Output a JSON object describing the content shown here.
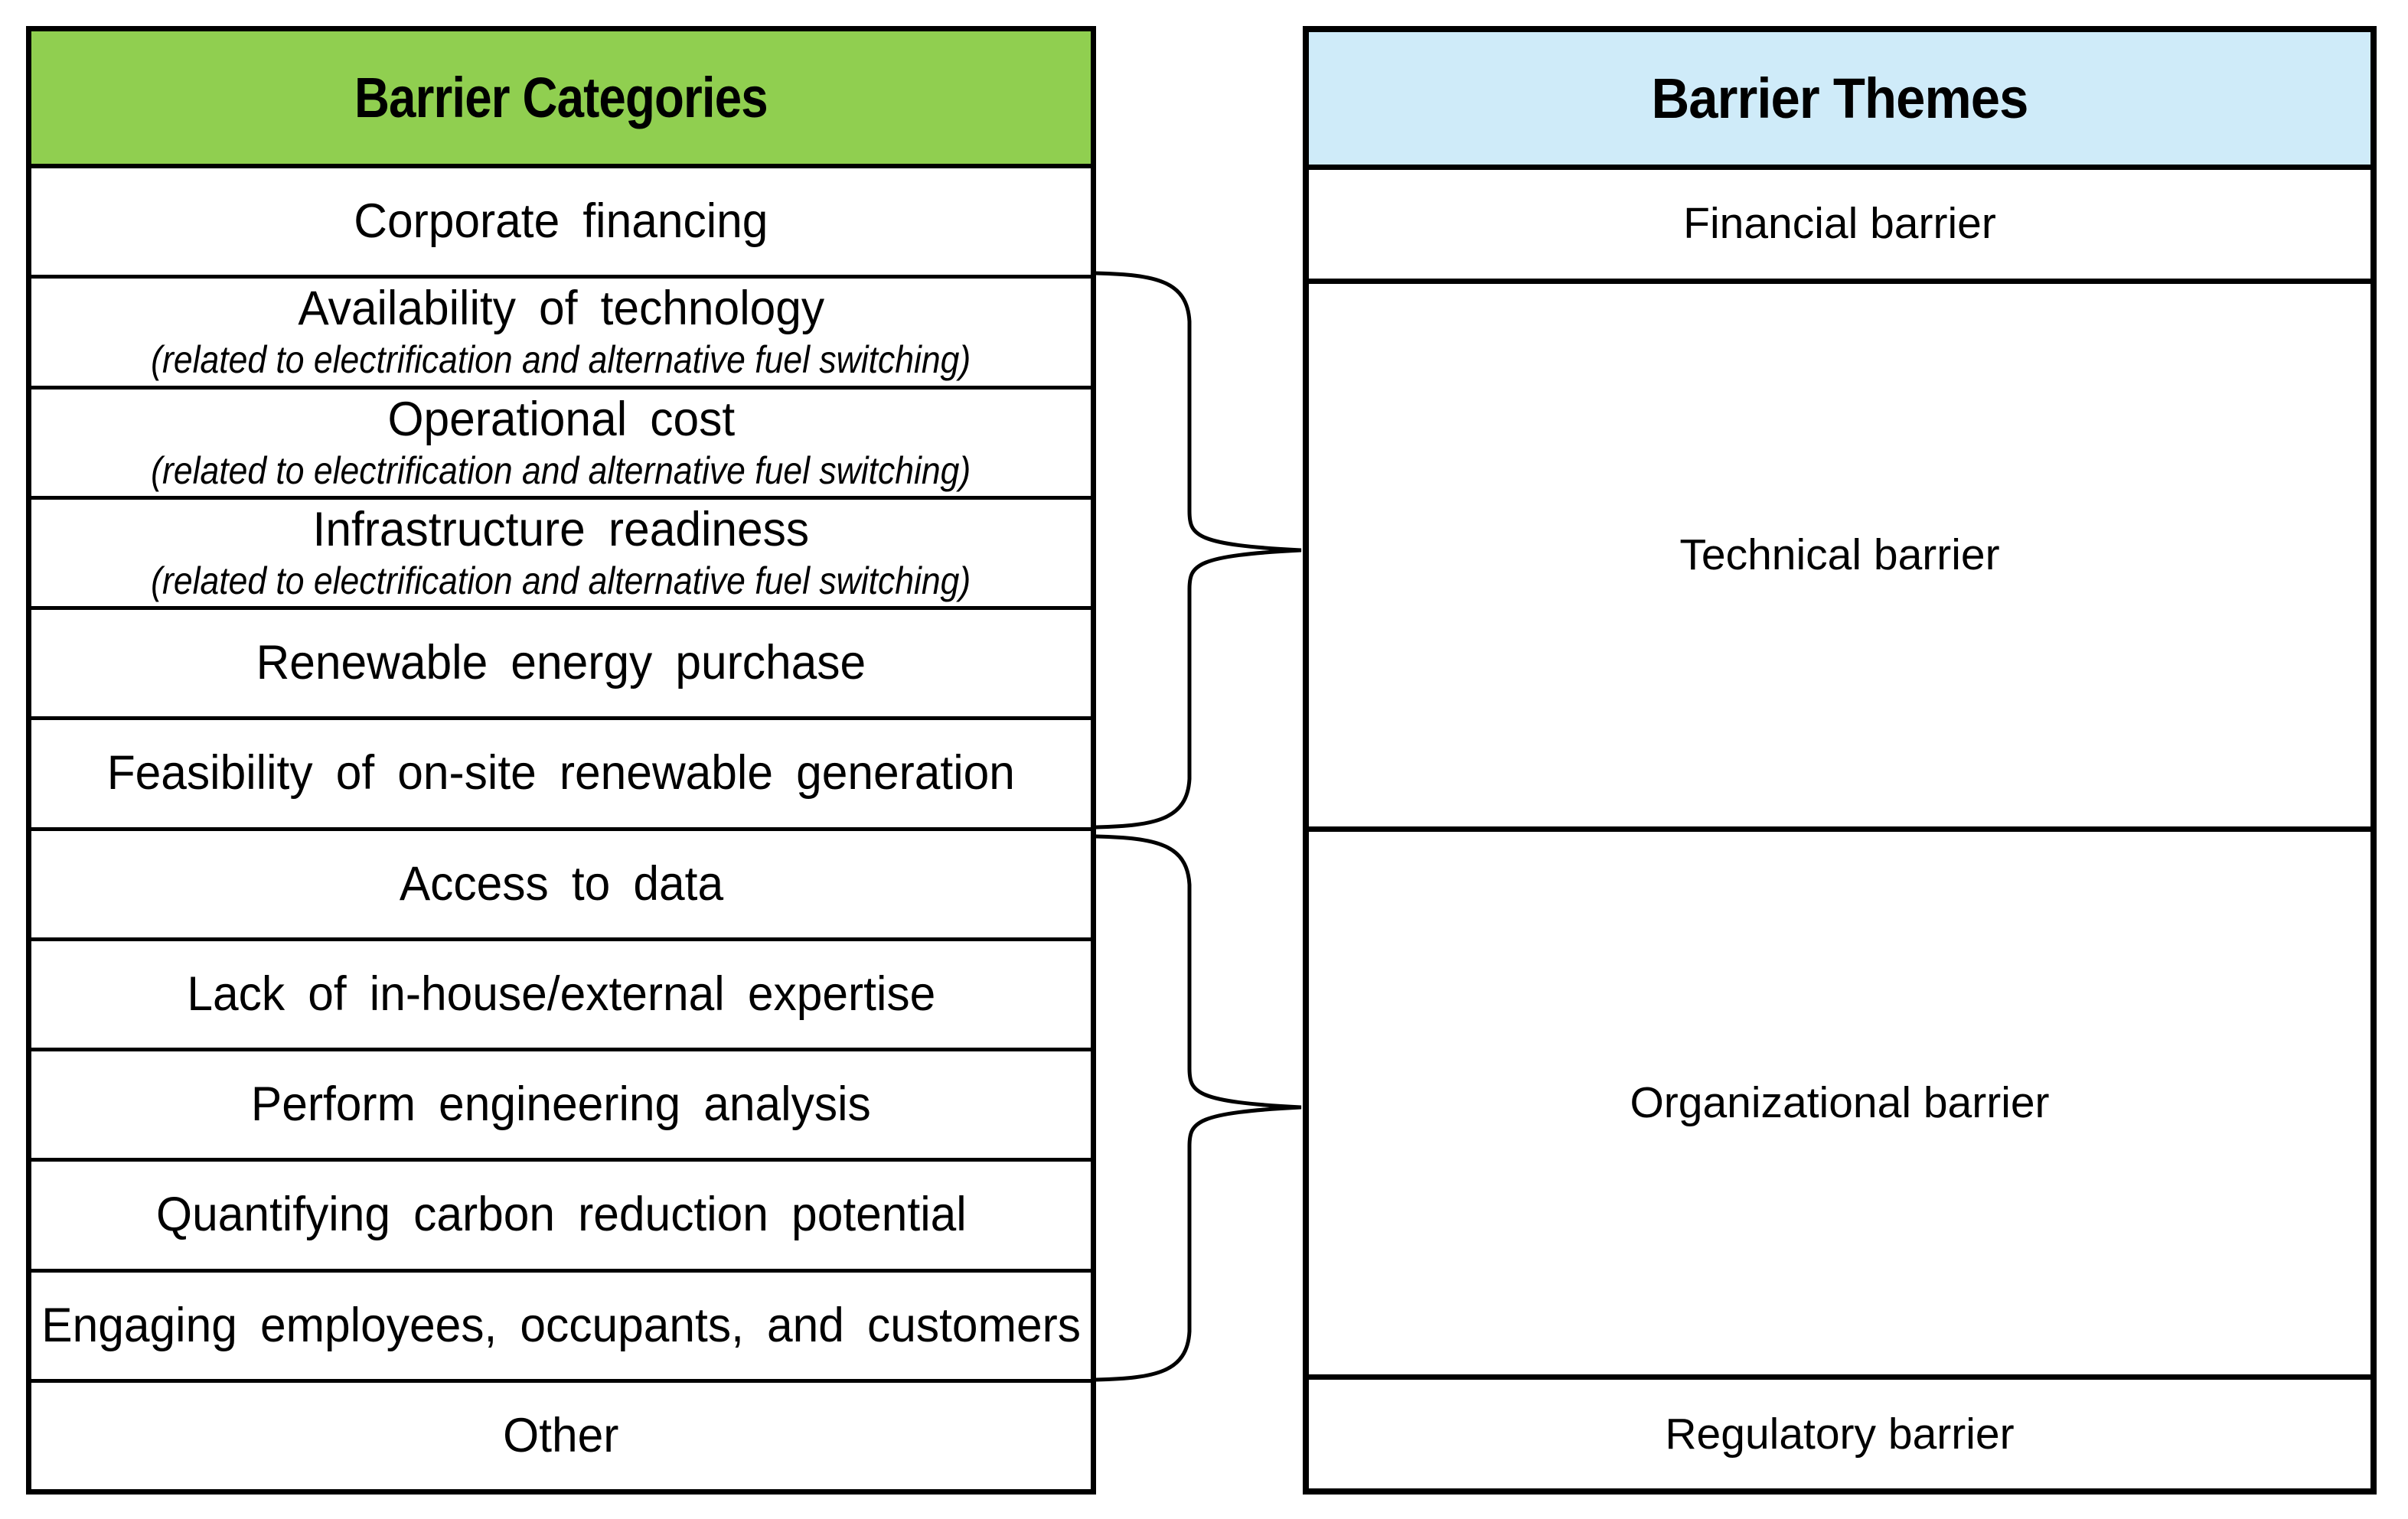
{
  "colors": {
    "categories_header_bg": "#90CF50",
    "themes_header_bg": "#CFEBF9",
    "border": "#000000",
    "text": "#000000"
  },
  "categories": {
    "header": "Barrier Categories",
    "rows": [
      {
        "title": "Corporate financing"
      },
      {
        "title": "Availability of technology",
        "subtitle": "(related to electrification and alternative fuel switching)"
      },
      {
        "title": "Operational cost",
        "subtitle": "(related to electrification and alternative fuel switching)"
      },
      {
        "title": "Infrastructure readiness",
        "subtitle": "(related to electrification and alternative fuel switching)"
      },
      {
        "title": "Renewable energy purchase"
      },
      {
        "title": "Feasibility of on-site renewable generation"
      },
      {
        "title": "Access to data"
      },
      {
        "title": "Lack of in-house/external expertise"
      },
      {
        "title": "Perform engineering analysis"
      },
      {
        "title": "Quantifying carbon reduction potential"
      },
      {
        "title": "Engaging employees, occupants, and customers"
      },
      {
        "title": "Other"
      }
    ]
  },
  "themes": {
    "header": "Barrier Themes",
    "rows": [
      {
        "label": "Financial barrier",
        "size": "small"
      },
      {
        "label": "Technical barrier",
        "size": "large"
      },
      {
        "label": "Organizational barrier",
        "size": "large"
      },
      {
        "label": "Regulatory barrier",
        "size": "small"
      }
    ]
  },
  "connections": [
    {
      "theme": "Technical barrier",
      "categories": [
        "Availability of technology",
        "Operational cost",
        "Infrastructure readiness",
        "Renewable energy purchase",
        "Feasibility of on-site renewable generation"
      ]
    },
    {
      "theme": "Organizational barrier",
      "categories": [
        "Access to data",
        "Lack of in-house/external expertise",
        "Perform engineering analysis",
        "Quantifying carbon reduction potential",
        "Engaging employees, occupants, and customers"
      ]
    }
  ]
}
